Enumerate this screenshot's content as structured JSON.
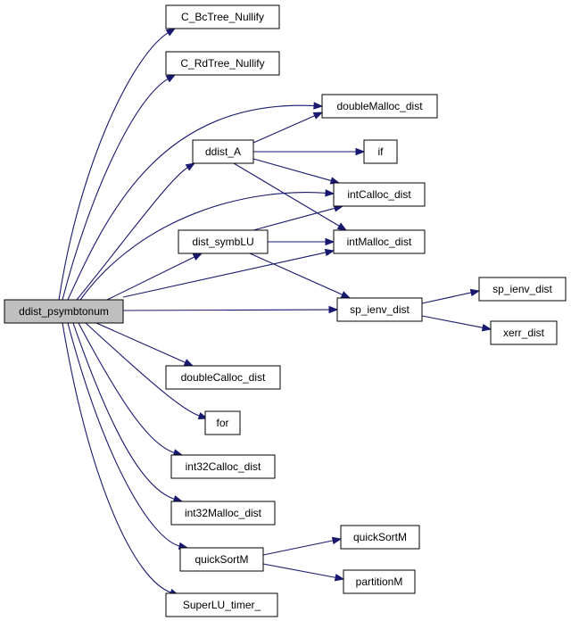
{
  "diagram": {
    "colors": {
      "edge": "#191970",
      "root_fill": "#bfbfbf",
      "node_fill": "#ffffff",
      "node_border": "#000000"
    },
    "nodes": [
      {
        "id": "ddist_psymbtonum",
        "label": "ddist_psymbtonum",
        "root": true
      },
      {
        "id": "C_BcTree_Nullify",
        "label": "C_BcTree_Nullify"
      },
      {
        "id": "C_RdTree_Nullify",
        "label": "C_RdTree_Nullify"
      },
      {
        "id": "doubleMalloc_dist",
        "label": "doubleMalloc_dist"
      },
      {
        "id": "ddist_A",
        "label": "ddist_A"
      },
      {
        "id": "if",
        "label": "if"
      },
      {
        "id": "intCalloc_dist",
        "label": "intCalloc_dist"
      },
      {
        "id": "dist_symbLU",
        "label": "dist_symbLU"
      },
      {
        "id": "intMalloc_dist",
        "label": "intMalloc_dist"
      },
      {
        "id": "sp_ienv_dist_r",
        "label": "sp_ienv_dist"
      },
      {
        "id": "sp_ienv_dist",
        "label": "sp_ienv_dist"
      },
      {
        "id": "xerr_dist",
        "label": "xerr_dist"
      },
      {
        "id": "doubleCalloc_dist",
        "label": "doubleCalloc_dist"
      },
      {
        "id": "for",
        "label": "for"
      },
      {
        "id": "int32Calloc_dist",
        "label": "int32Calloc_dist"
      },
      {
        "id": "int32Malloc_dist",
        "label": "int32Malloc_dist"
      },
      {
        "id": "quickSortM",
        "label": "quickSortM"
      },
      {
        "id": "quickSortM_r",
        "label": "quickSortM"
      },
      {
        "id": "partitionM",
        "label": "partitionM"
      },
      {
        "id": "SuperLU_timer_",
        "label": "SuperLU_timer_"
      }
    ],
    "edges": [
      {
        "from": "ddist_psymbtonum",
        "to": "C_BcTree_Nullify"
      },
      {
        "from": "ddist_psymbtonum",
        "to": "C_RdTree_Nullify"
      },
      {
        "from": "ddist_psymbtonum",
        "to": "doubleMalloc_dist"
      },
      {
        "from": "ddist_psymbtonum",
        "to": "ddist_A"
      },
      {
        "from": "ddist_psymbtonum",
        "to": "intCalloc_dist"
      },
      {
        "from": "ddist_psymbtonum",
        "to": "dist_symbLU"
      },
      {
        "from": "ddist_psymbtonum",
        "to": "intMalloc_dist"
      },
      {
        "from": "ddist_psymbtonum",
        "to": "sp_ienv_dist"
      },
      {
        "from": "ddist_psymbtonum",
        "to": "doubleCalloc_dist"
      },
      {
        "from": "ddist_psymbtonum",
        "to": "for"
      },
      {
        "from": "ddist_psymbtonum",
        "to": "int32Calloc_dist"
      },
      {
        "from": "ddist_psymbtonum",
        "to": "int32Malloc_dist"
      },
      {
        "from": "ddist_psymbtonum",
        "to": "quickSortM"
      },
      {
        "from": "ddist_psymbtonum",
        "to": "SuperLU_timer_"
      },
      {
        "from": "ddist_A",
        "to": "doubleMalloc_dist"
      },
      {
        "from": "ddist_A",
        "to": "if"
      },
      {
        "from": "ddist_A",
        "to": "intCalloc_dist"
      },
      {
        "from": "ddist_A",
        "to": "intMalloc_dist"
      },
      {
        "from": "dist_symbLU",
        "to": "intCalloc_dist"
      },
      {
        "from": "dist_symbLU",
        "to": "intMalloc_dist"
      },
      {
        "from": "dist_symbLU",
        "to": "sp_ienv_dist"
      },
      {
        "from": "sp_ienv_dist",
        "to": "sp_ienv_dist_r"
      },
      {
        "from": "sp_ienv_dist",
        "to": "xerr_dist"
      },
      {
        "from": "quickSortM",
        "to": "quickSortM_r"
      },
      {
        "from": "quickSortM",
        "to": "partitionM"
      }
    ]
  }
}
